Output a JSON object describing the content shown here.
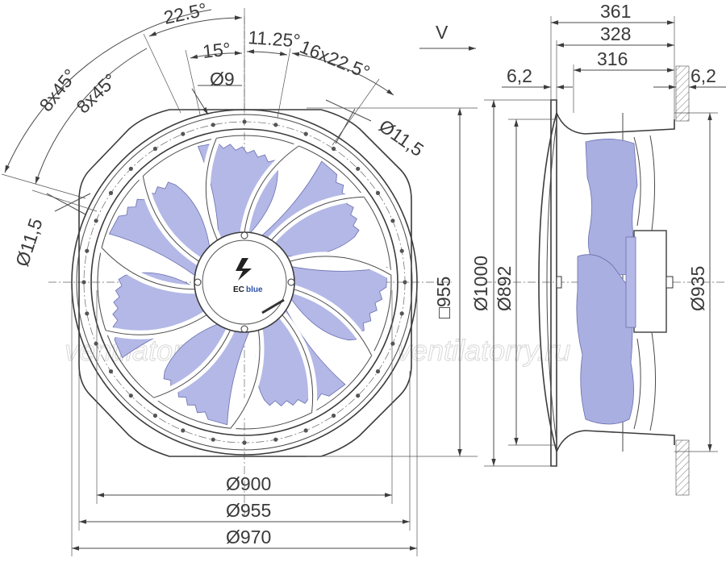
{
  "drawing": {
    "view_marker": "V",
    "front_view": {
      "angles": {
        "a1": "22.5°",
        "a2": "15°",
        "a3": "11.25°",
        "a4": "16x22.5°",
        "a5": "8x45°",
        "a6": "8x45°"
      },
      "holes": {
        "h1": "Ø9",
        "h2": "Ø11,5",
        "h3": "Ø11,5"
      },
      "square": "□955",
      "diameters": {
        "d900": "Ø900",
        "d955": "Ø955",
        "d970": "Ø970"
      },
      "logo": {
        "ec": "EC",
        "blue": "blue"
      }
    },
    "side_view": {
      "top": {
        "w361": "361",
        "w328": "328",
        "w316": "316"
      },
      "sides": {
        "left": "6,2",
        "right": "6,2"
      },
      "diameters": {
        "d1000": "Ø1000",
        "d892": "Ø892",
        "d935": "Ø935"
      }
    },
    "watermark": {
      "left": "ventilatorry.ru",
      "right": "ventilatorry.ru"
    }
  }
}
